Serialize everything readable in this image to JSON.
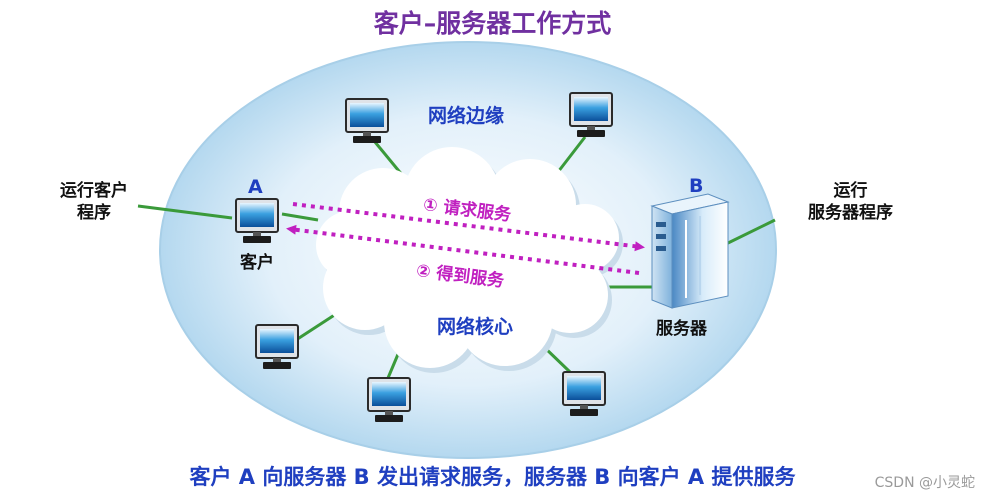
{
  "title": "客户–服务器工作方式",
  "network_edge_label": "网络边缘",
  "network_core_label": "网络核心",
  "client": {
    "letter": "A",
    "name": "客户",
    "program_label_line1": "运行客户",
    "program_label_line2": "程序"
  },
  "server": {
    "letter": "B",
    "name": "服务器",
    "program_label_line1": "运行",
    "program_label_line2": "服务器程序"
  },
  "request_label": "① 请求服务",
  "response_label": "② 得到服务",
  "caption": "客户 A 向服务器 B 发出请求服务，服务器 B 向客户 A 提供服务",
  "watermark": "CSDN @小灵蛇",
  "colors": {
    "title": "#7030a0",
    "labels": "#1f3fc0",
    "arrows": "#c020c0",
    "links": "#3a9a3a",
    "edge_ellipse": "#c9e4f5"
  }
}
